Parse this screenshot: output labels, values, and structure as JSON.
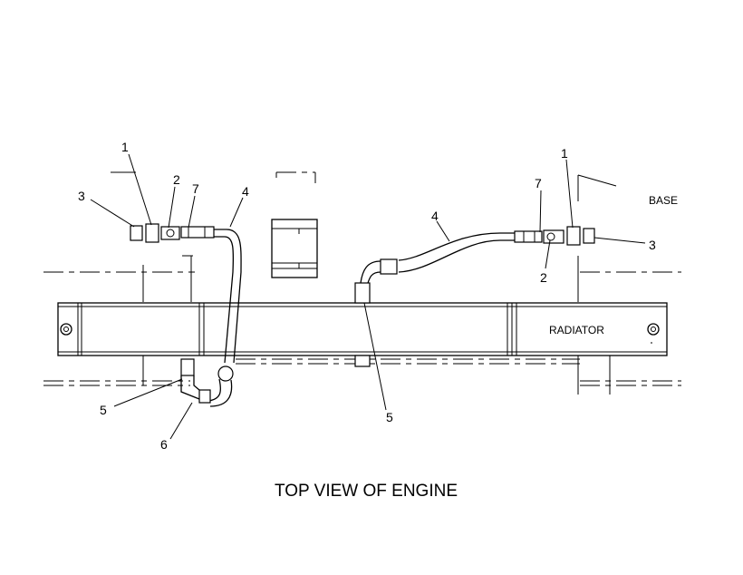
{
  "diagram": {
    "title": "TOP VIEW OF ENGINE",
    "labels": {
      "radiator": "RADIATOR",
      "base": "BASE"
    },
    "callouts": {
      "left_1": "1",
      "left_2": "2",
      "left_3": "3",
      "left_4": "4",
      "left_5": "5",
      "left_6": "6",
      "left_7": "7",
      "right_1": "1",
      "right_2": "2",
      "right_3": "3",
      "right_4": "4",
      "right_5": "5",
      "right_7": "7"
    }
  }
}
